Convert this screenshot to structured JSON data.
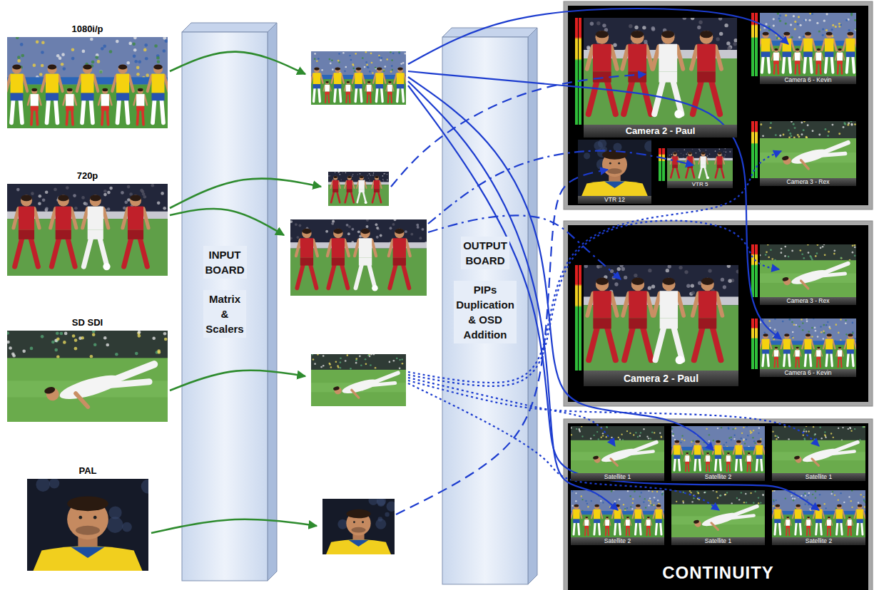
{
  "diagram": {
    "nodes": [
      {
        "text": [
          "1080i/p"
        ]
      },
      {
        "text": [
          "720p"
        ]
      },
      {
        "text": [
          "SD SDI"
        ]
      },
      {
        "text": [
          "PAL"
        ]
      },
      {
        "text": [
          "INPUT BOARD",
          "Matrix & Scalers"
        ]
      },
      {
        "text": [
          "OUTPUT BOARD",
          "PIPs Duplication & OSD Addition"
        ]
      },
      {
        "text": [
          "Camera 2 - Paul"
        ]
      },
      {
        "text": [
          "Camera 6 - Kevin"
        ]
      },
      {
        "text": [
          "Camera 3 - Rex"
        ]
      },
      {
        "text": [
          "VTR 12"
        ]
      },
      {
        "text": [
          "VTR 5"
        ]
      },
      {
        "text": [
          "Camera 2 - Paul"
        ]
      },
      {
        "text": [
          "Camera 3 - Rex"
        ]
      },
      {
        "text": [
          "Camera 6 - Kevin"
        ]
      },
      {
        "text": [
          "CONTINUITY"
        ]
      },
      {
        "text": [
          "Satellite 1"
        ],
        "in": 14
      },
      {
        "text": [
          "Satellite 2"
        ],
        "in": 14
      },
      {
        "text": [
          "Satellite 1"
        ],
        "in": 14
      },
      {
        "text": [
          "Satellite 2"
        ],
        "in": 14
      },
      {
        "text": [
          "Satellite 1"
        ],
        "in": 14
      },
      {
        "text": [
          "Satellite 2"
        ],
        "in": 14
      }
    ]
  }
}
